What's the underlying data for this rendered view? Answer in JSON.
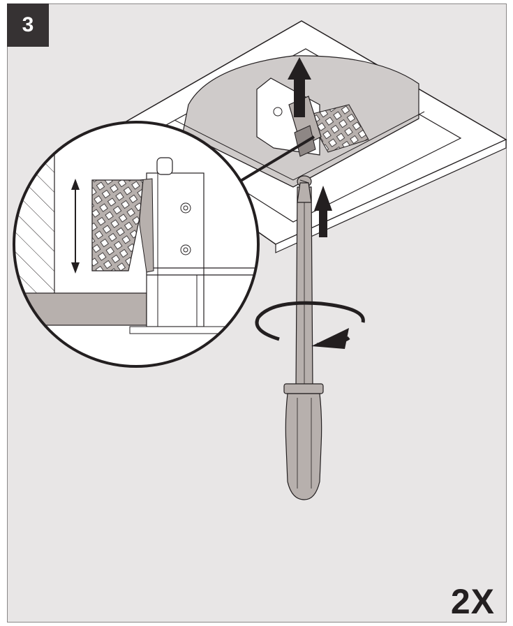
{
  "step": {
    "number": "3"
  },
  "quantity": {
    "label": "2X"
  },
  "illustration": {
    "icons": [
      "ceiling-trim-plate",
      "magnifier-detail-circle",
      "screwdriver-icon",
      "rotate-arrow-icon",
      "up-arrow-icon",
      "double-arrow-icon",
      "lattice-clip-icon"
    ],
    "colors": {
      "line": "#231f20",
      "fill_light": "#ffffff",
      "fill_gray": "#b7b0ad",
      "fill_mid": "#cfcbca",
      "background": "#e8e6e6",
      "badge": "#363233"
    }
  }
}
